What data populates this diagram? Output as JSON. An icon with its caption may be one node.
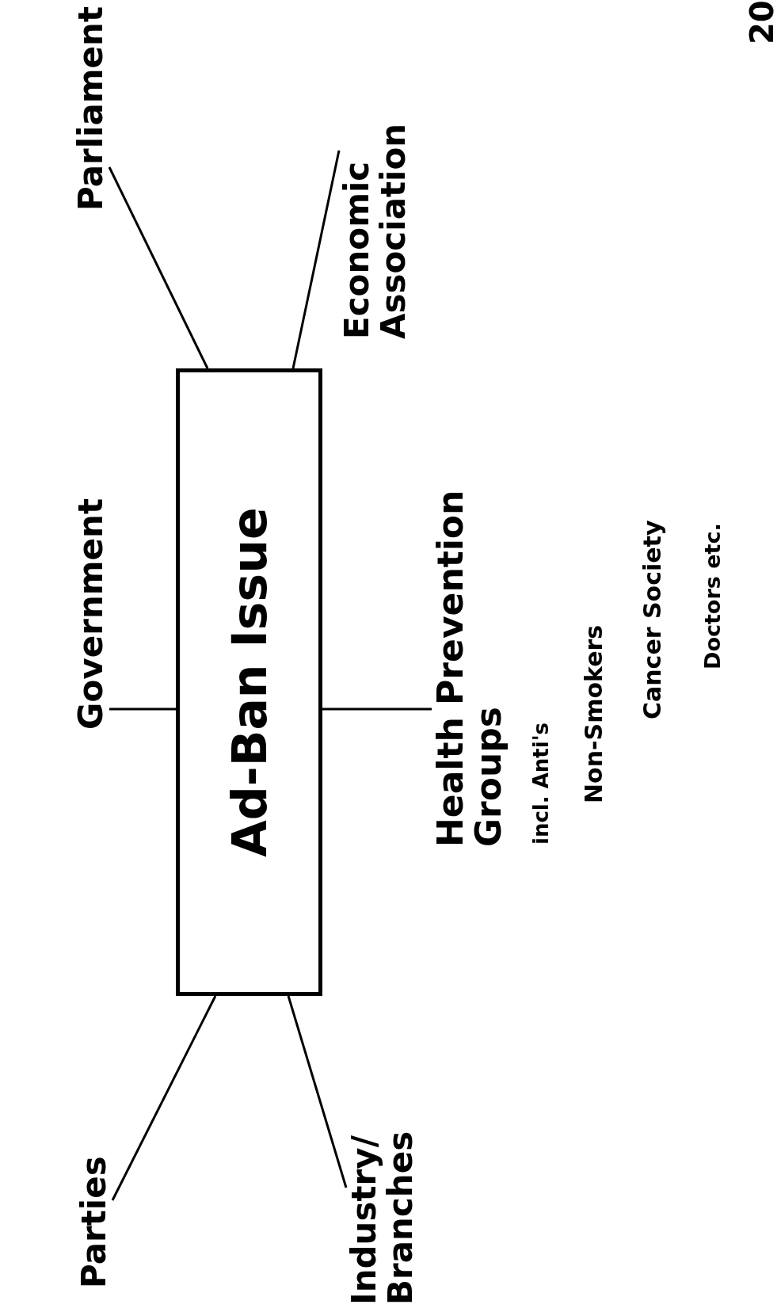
{
  "diagram": {
    "nodes": [
      {
        "text": [
          "Parties"
        ]
      },
      {
        "text": [
          "Government"
        ]
      },
      {
        "text": [
          "Parliament"
        ]
      },
      {
        "text": [
          "Ad-Ban Issue"
        ]
      },
      {
        "text": [
          "Industry/ Branches"
        ]
      },
      {
        "text": [
          "Health Prevention Groups",
          "incl. Anti's",
          "Non-Smokers",
          "Cancer Society",
          "Doctors etc."
        ]
      },
      {
        "text": [
          "Economic Association"
        ]
      }
    ],
    "edges": [
      {
        "from": 0,
        "to": 3,
        "arrow": "none"
      },
      {
        "from": 4,
        "to": 3,
        "arrow": "none"
      },
      {
        "from": 1,
        "to": 3,
        "arrow": "none"
      },
      {
        "from": 2,
        "to": 3,
        "arrow": "none"
      },
      {
        "from": 6,
        "to": 3,
        "arrow": "none"
      },
      {
        "from": 5,
        "to": 3,
        "arrow": "none"
      }
    ],
    "labels": [
      "20"
    ]
  }
}
